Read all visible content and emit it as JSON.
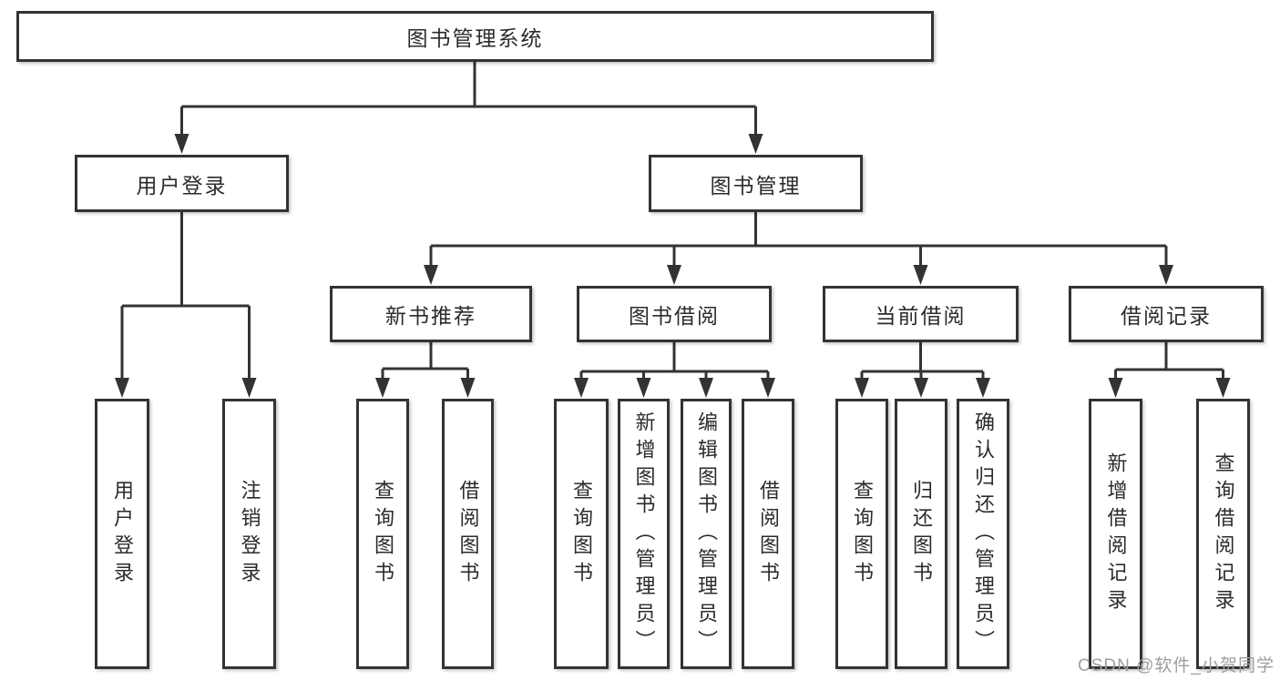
{
  "diagram_type": "hierarchy",
  "colors": {
    "line": "#333333",
    "box_border": "#333333",
    "text": "#2b2b2b",
    "watermark": "#9e9e9e",
    "background": "#ffffff"
  },
  "tree": {
    "label": "图书管理系统",
    "children": [
      {
        "label": "用户登录",
        "children": [
          {
            "label": "用户登录"
          },
          {
            "label": "注销登录"
          }
        ]
      },
      {
        "label": "图书管理",
        "children": [
          {
            "label": "新书推荐",
            "children": [
              {
                "label": "查询图书"
              },
              {
                "label": "借阅图书"
              }
            ]
          },
          {
            "label": "图书借阅",
            "children": [
              {
                "label": "查询图书"
              },
              {
                "label": "新增图书（管理员）"
              },
              {
                "label": "编辑图书（管理员）"
              },
              {
                "label": "借阅图书"
              }
            ]
          },
          {
            "label": "当前借阅",
            "children": [
              {
                "label": "查询图书"
              },
              {
                "label": "归还图书"
              },
              {
                "label": "确认归还（管理员）"
              }
            ]
          },
          {
            "label": "借阅记录",
            "children": [
              {
                "label": "新增借阅记录"
              },
              {
                "label": "查询借阅记录"
              }
            ]
          }
        ]
      }
    ]
  },
  "watermark": {
    "text": "CSDN @软件_小贺同学"
  }
}
